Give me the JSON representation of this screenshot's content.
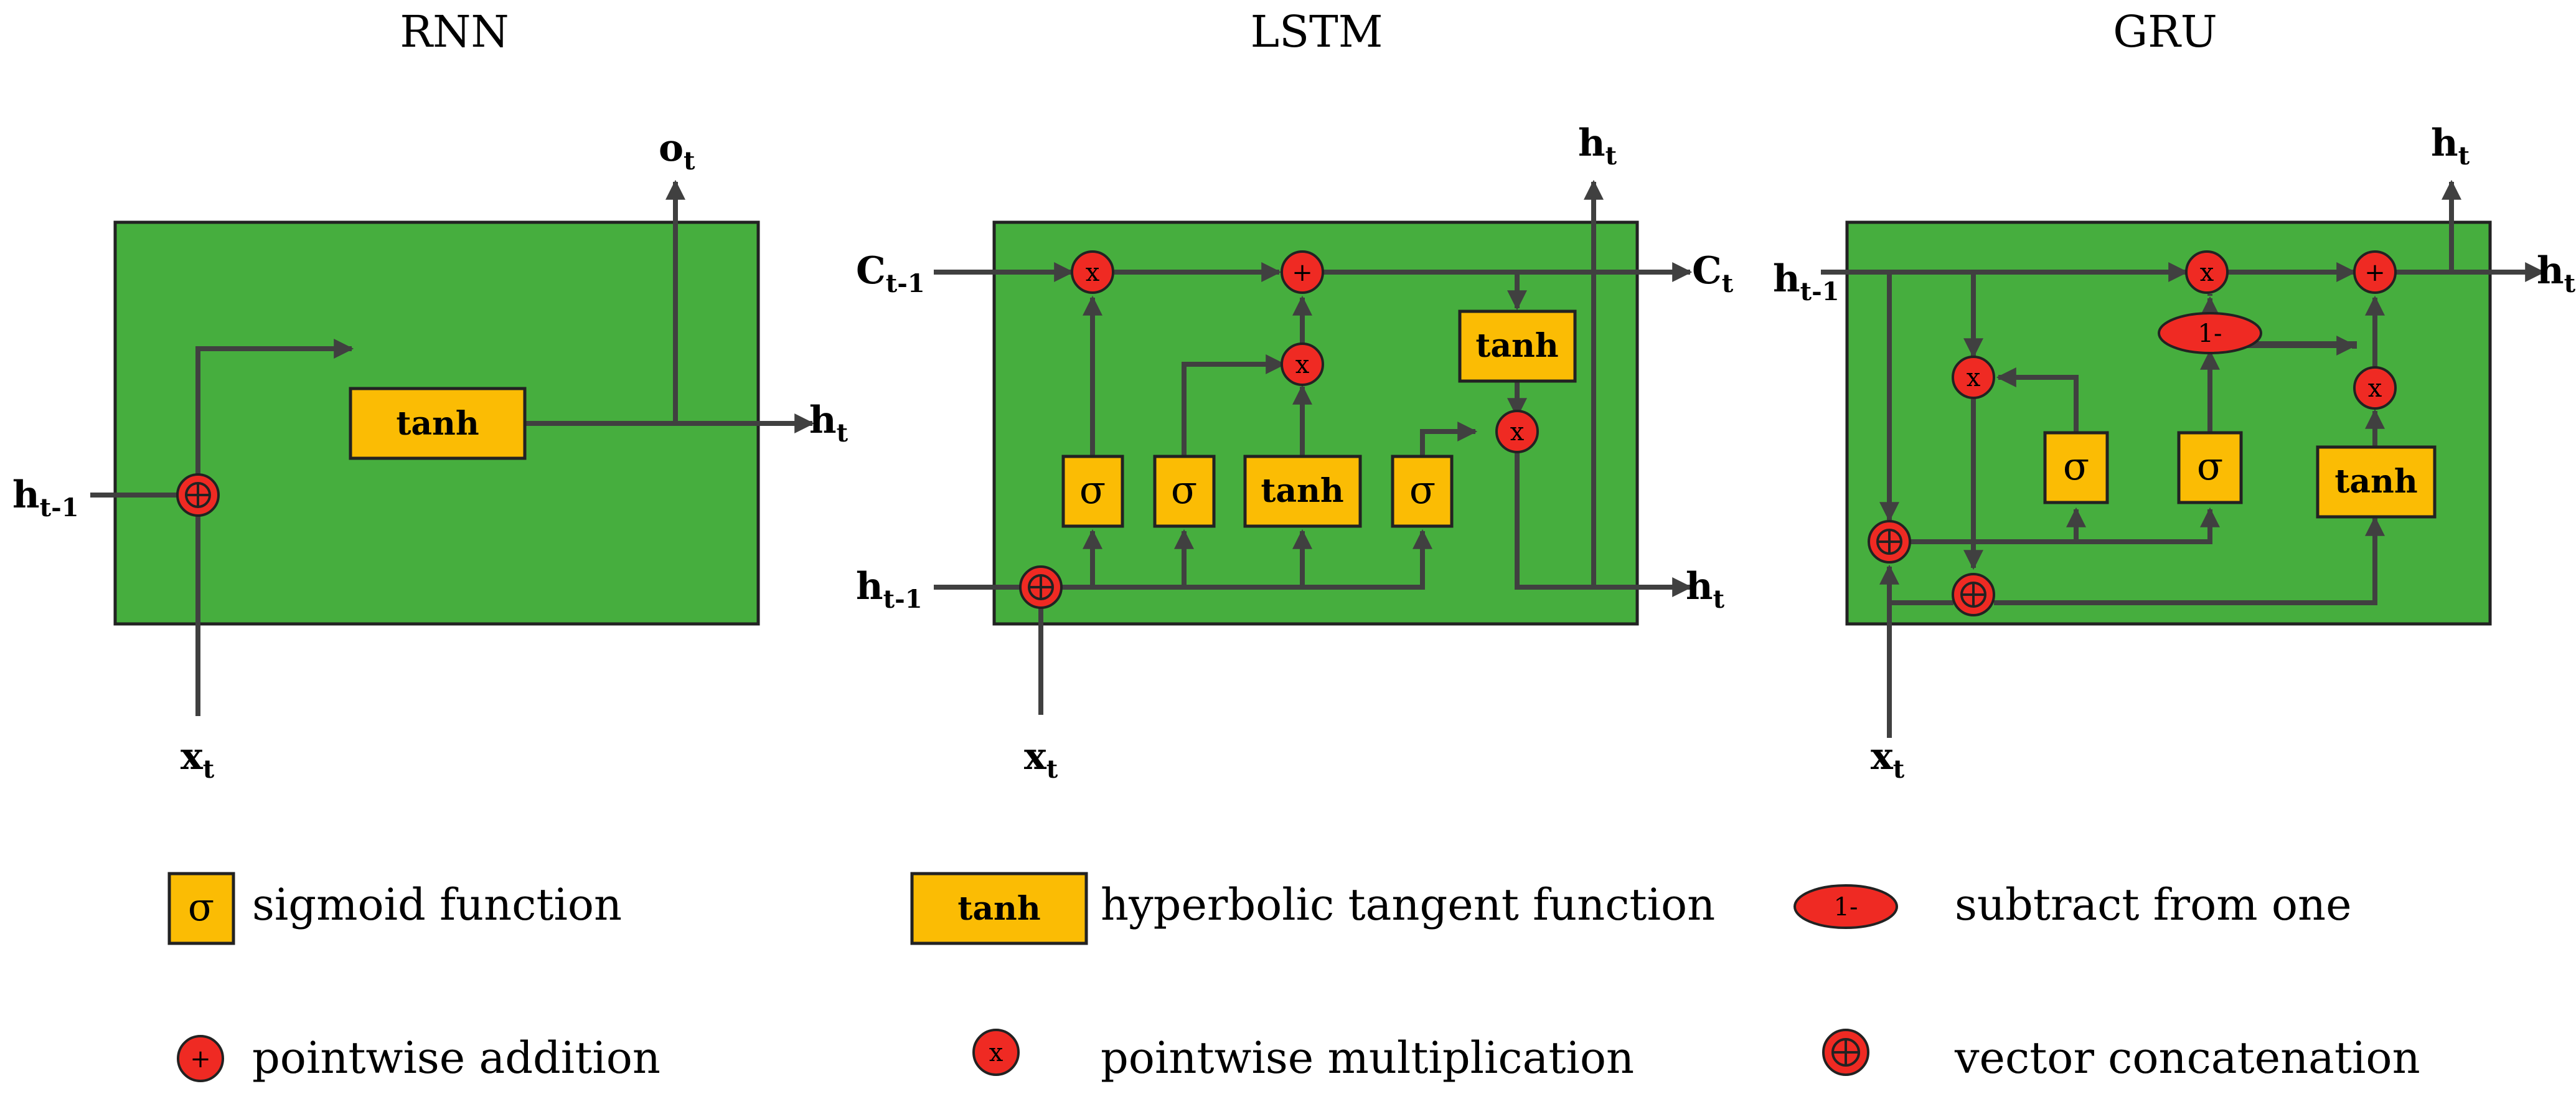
{
  "titles": {
    "rnn": "RNN",
    "lstm": "LSTM",
    "gru": "GRU"
  },
  "labels": {
    "h": "h",
    "o": "o",
    "x": "x",
    "c": "C",
    "t": "t",
    "t_minus_1": "t-1"
  },
  "ops": {
    "tanh": "tanh",
    "sigma": "σ",
    "plus": "+",
    "times": "x",
    "concat": "⊕",
    "one_minus": "1-"
  },
  "legend": {
    "sigmoid": "sigmoid function",
    "tanh": "hyperbolic tangent function",
    "subtract": "subtract from one",
    "addition": "pointwise addition",
    "multiplication": "pointwise multiplication",
    "concatenation": "vector concatenation"
  },
  "colors": {
    "cell": "#46ae3e",
    "gate": "#fbbc04",
    "op": "#ef2a23",
    "line": "#404040"
  }
}
